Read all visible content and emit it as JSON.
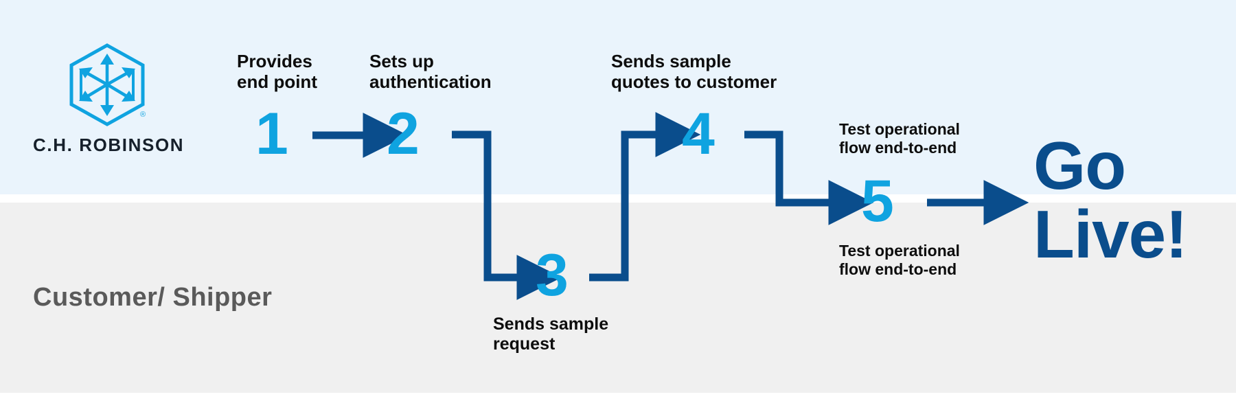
{
  "brand": {
    "name": "C.H. ROBINSON",
    "logo_icon": "hexagon-cube-arrows-logo",
    "registered_mark": "®",
    "accent_light_blue": "#0fa3e0",
    "accent_dark_blue": "#0a4d8c",
    "band_top_color": "#eaf4fc",
    "band_bottom_color": "#f0f0f0"
  },
  "lanes": {
    "top_label": "",
    "bottom_label": "Customer/\nShipper",
    "bottom_label_color": "#5a5a5a"
  },
  "steps": [
    {
      "number": "1",
      "caption": "Provides\nend point",
      "lane": "top"
    },
    {
      "number": "2",
      "caption": "Sets up\nauthentication",
      "lane": "top"
    },
    {
      "number": "3",
      "caption": "Sends sample\nrequest",
      "lane": "bottom"
    },
    {
      "number": "4",
      "caption": "Sends sample\nquotes to customer",
      "lane": "top"
    },
    {
      "number": "5",
      "caption_above": "Test operational\nflow end-to-end",
      "caption_below": "Test operational\nflow end-to-end",
      "lane": "both"
    }
  ],
  "connectors": [
    {
      "from": "1",
      "to": "2",
      "shape": "straight-right"
    },
    {
      "from": "2",
      "to": "3",
      "shape": "elbow-right-down-right"
    },
    {
      "from": "3",
      "to": "4",
      "shape": "elbow-right-up-right"
    },
    {
      "from": "4",
      "to": "5",
      "shape": "elbow-right-down-right"
    },
    {
      "from": "5",
      "to": "go-live",
      "shape": "straight-right"
    }
  ],
  "outcome": {
    "label": "Go\nLive!",
    "color": "#0a4d8c"
  }
}
